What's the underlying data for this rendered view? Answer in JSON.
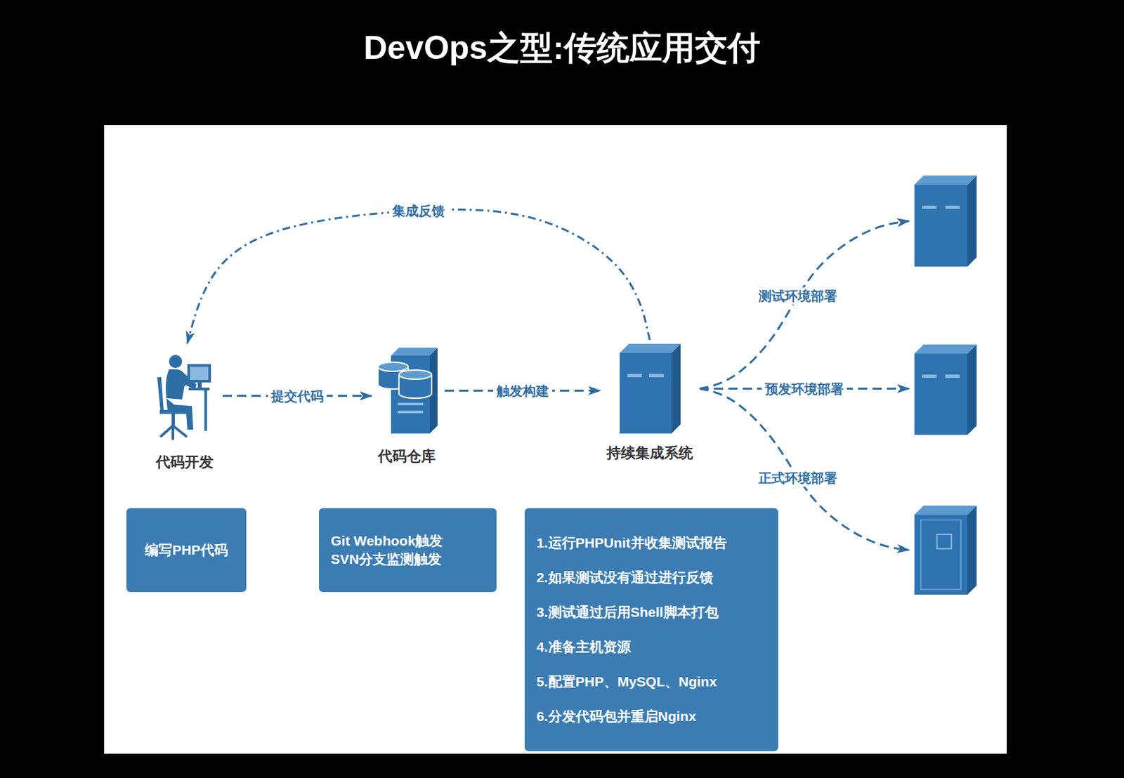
{
  "diagram": {
    "title": "DevOps之型:传统应用交付",
    "nodes": [
      {
        "text": [
          "代码开发"
        ]
      },
      {
        "text": [
          "代码仓库"
        ]
      },
      {
        "text": [
          "持续集成系统"
        ]
      },
      {
        "text": []
      },
      {
        "text": []
      },
      {
        "text": []
      },
      {
        "text": [
          "编写PHP代码"
        ]
      },
      {
        "text": [
          "Git Webhook触发",
          "SVN分支监测触发"
        ]
      },
      {
        "text": [
          "1.运行PHPUnit并收集测试报告",
          "2.如果测试没有通过进行反馈",
          "3.测试通过后用Shell脚本打包",
          "4.准备主机资源",
          "5.配置PHP、MySQL、Nginx",
          "6.分发代码包并重启Nginx"
        ]
      }
    ],
    "edges": [
      {
        "from": 0,
        "to": 1,
        "label": "提交代码",
        "arrow": "to"
      },
      {
        "from": 1,
        "to": 2,
        "label": "触发构建",
        "arrow": "to"
      },
      {
        "from": 2,
        "to": 0,
        "label": "集成反馈",
        "arrow": "to"
      },
      {
        "from": 2,
        "to": 3,
        "label": "测试环境部署",
        "arrow": "to"
      },
      {
        "from": 2,
        "to": 4,
        "label": "预发环境部署",
        "arrow": "to"
      },
      {
        "from": 2,
        "to": 5,
        "label": "正式环境部署",
        "arrow": "to"
      }
    ]
  }
}
